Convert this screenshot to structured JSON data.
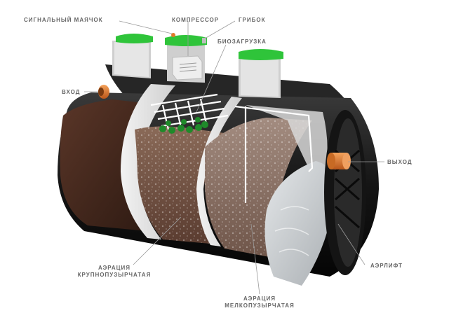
{
  "labels": {
    "signal_beacon": "СИГНАЛЬНЫЙ МАЯЧОК",
    "compressor": "КОМПРЕССОР",
    "mushroom_vent": "ГРИБОК",
    "bioload": "БИОЗАГРУЗКА",
    "inlet": "ВХОД",
    "outlet": "ВЫХОД",
    "airlift": "АЭРЛИФТ",
    "coarse_aeration_line1": "АЭРАЦИЯ",
    "coarse_aeration_line2": "КРУПНОПУЗЫРЧАТАЯ",
    "fine_aeration_line1": "АЭРАЦИЯ",
    "fine_aeration_line2": "МЕЛКОПУЗЫРЧАТАЯ"
  },
  "colors": {
    "tank_shell": "#1c1c1c",
    "chamber1_liquid": "#4a2a1e",
    "chamber2_sludge": "#7a5a4c",
    "chamber3_sludge": "#8d7568",
    "clear_water": "#c9cdd0",
    "lid_green": "#2fc43a",
    "pipe_orange": "#e07a2a",
    "biomedia_green": "#1f8a2a",
    "leader_line": "#9a9a9a"
  }
}
